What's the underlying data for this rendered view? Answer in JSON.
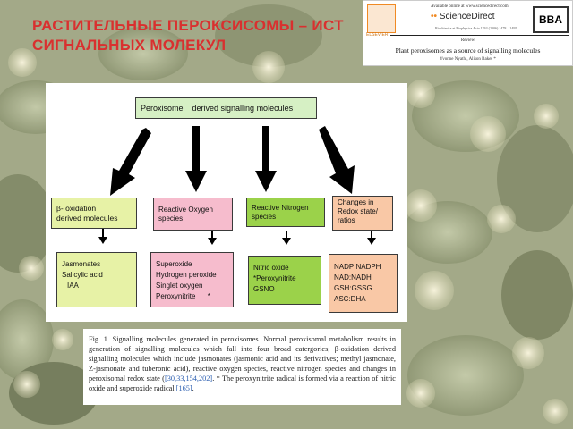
{
  "slide": {
    "title_line1": "РАСТИТЕЛЬНЫЕ ПЕРОКСИСОМЫ – ИСТ",
    "title_line2": "СИГНАЛЬНЫХ МОЛЕКУЛ"
  },
  "journal_header": {
    "available": "Available online at www.sciencedirect.com",
    "sciencedirect": "ScienceDirect",
    "citation": "Biochimica et Biophysica Acta 1763 (2006) 1478 – 1495",
    "elsevier": "ELSEVIER",
    "logo": "BBA",
    "section": "Review",
    "article_title": "Plant peroxisomes as a source of signalling molecules",
    "authors": "Yvonne Nyathi, Alison Baker *"
  },
  "diagram": {
    "top": "Peroxisome    derived signalling molecules",
    "categories": [
      {
        "lines": [
          "β- oxidation",
          "derived molecules"
        ],
        "color": "#e7f2a6"
      },
      {
        "lines": [
          "Reactive Oxygen",
          "species"
        ],
        "color": "#f6bccd"
      },
      {
        "lines": [
          "Reactive Nitrogen",
          "species"
        ],
        "color": "#9bd24a"
      },
      {
        "lines": [
          "Changes in",
          "Redox  state/",
          "ratios"
        ],
        "color": "#f9c8a6"
      }
    ],
    "molecules": [
      {
        "lines": [
          "Jasmonates",
          "Salicylic acid",
          "IAA"
        ],
        "color": "#e7f2a6"
      },
      {
        "lines": [
          "Superoxide",
          "Hydrogen peroxide",
          "Singlet oxygen",
          "Peroxynitrite      *"
        ],
        "color": "#f6bccd"
      },
      {
        "lines": [
          "Nitric oxide",
          "*Peroxynitrite",
          "GSNO"
        ],
        "color": "#9bd24a"
      },
      {
        "lines": [
          "NADP:NADPH",
          "NAD:NADH",
          "GSH:GSSG",
          "ASC:DHA"
        ],
        "color": "#f9c8a6"
      }
    ],
    "top_color": "#d6f0c4"
  },
  "caption": {
    "text_a": "Fig. 1. Signalling molecules generated in peroxisomes. Normal peroxisomal metabolism results in generation of signalling molecules which fall into four broad catergories; β-oxidation derived signalling molecules which include jasmonates (jasmonic acid and its derivatives; methyl jasmonate, Z-jasmonate and tuberonic acid), reactive oxygen species, reactive nitrogen species and changes in peroxisomal redox state (",
    "ref1": "[30,33,154,202]",
    "text_b": ". * The peroxynitrite radical is formed via a reaction of nitric oxide and superoxide radical ",
    "ref2": "[165]",
    "text_c": "."
  }
}
